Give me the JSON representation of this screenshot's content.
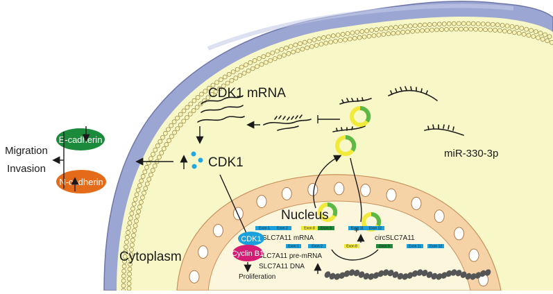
{
  "labels": {
    "cdk1_mrna": "CDK1 mRNA",
    "cdk1": "CDK1",
    "mirna": "miR-330-3p",
    "migration": "Migration",
    "invasion": "Invasion",
    "e_cadherin": "E-cadherin",
    "n_cadherin": "N-cadherin",
    "nucleus": "Nucleus",
    "cytoplasm": "Cytoplasm",
    "circ": "circSLC7A11",
    "slc_mrna": "SLC7A11 mRNA",
    "slc_premrna": "SLC7A11 pre-mRNA",
    "slc_dna": "SLC7A11 DNA",
    "cdk1_small": "CDK1",
    "cyclin_b1": "Cyclin B1",
    "proliferation": "Proliferation",
    "plus": "+"
  },
  "exons": {
    "mrna_top": [
      "Exon 1",
      "Exon 2",
      "Exon 8",
      "Exon 9",
      "Exon 11",
      "Exon 12"
    ],
    "premrna": [
      "Exon 1",
      "Exon 2",
      "Exon 8",
      "Exon 9",
      "Exon 11",
      "Exon 12"
    ]
  },
  "colors": {
    "cell_outer": "#9ba6d2",
    "cytoplasm": "#f7f7c8",
    "membrane_bead": "#fbf3b8",
    "nucleus_envelope": "#f6d3a6",
    "nucleoplasm": "#fbf6dc",
    "e_cadherin": "#1b8a3a",
    "n_cadherin": "#e46b1a",
    "cdk1_oval": "#1aa0dc",
    "cyclin_oval": "#d41c75",
    "circ_yellow": "#f2ea3a",
    "circ_green": "#5db848",
    "cdk1_dots": "#22a6e2"
  }
}
